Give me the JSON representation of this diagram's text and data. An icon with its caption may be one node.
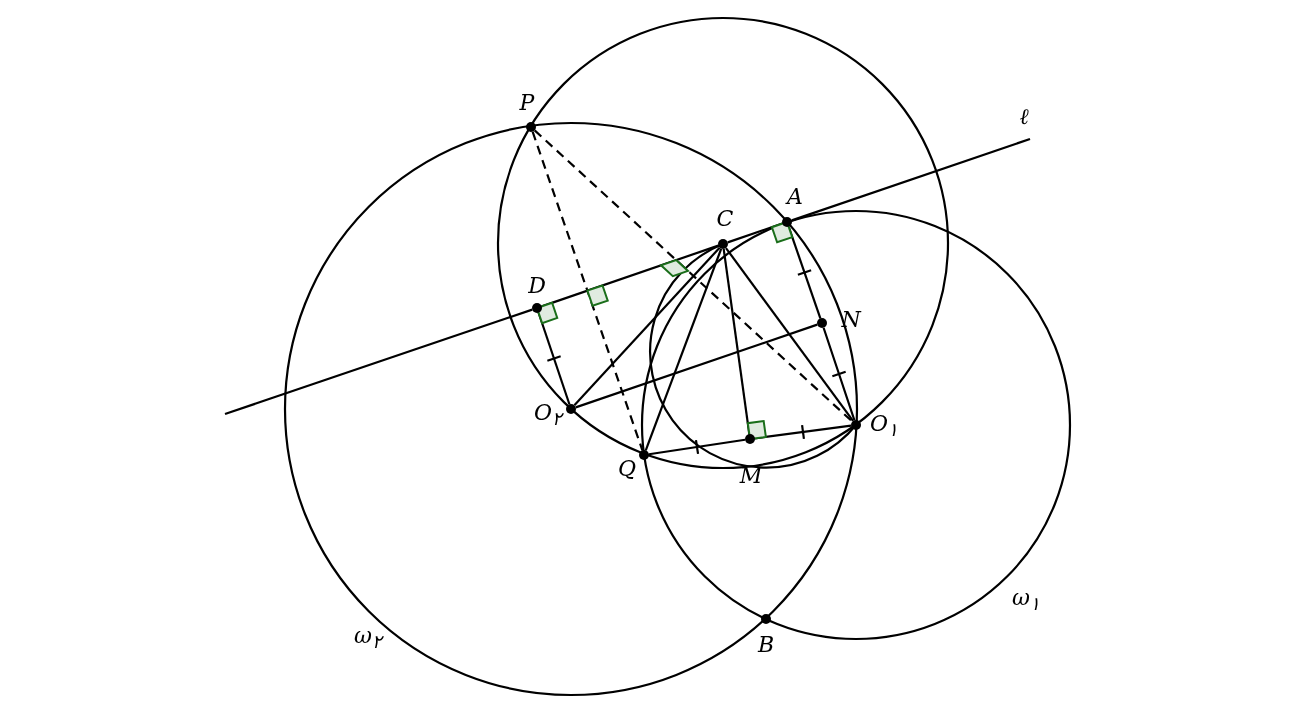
{
  "diagram": {
    "nodes": [
      {
        "text": [
          "P"
        ]
      },
      {
        "text": [
          "A"
        ]
      },
      {
        "text": [
          "C"
        ]
      },
      {
        "text": [
          "D"
        ]
      },
      {
        "text": [
          "N"
        ]
      },
      {
        "text": [
          "O$_{۲}$"
        ]
      },
      {
        "text": [
          "O$_{۱}$"
        ]
      },
      {
        "text": [
          "Q"
        ]
      },
      {
        "text": [
          "M"
        ]
      },
      {
        "text": [
          "B"
        ]
      }
    ],
    "edges": [
      {
        "from": 3,
        "to": 2,
        "arrow": "none"
      },
      {
        "from": 2,
        "to": 1,
        "arrow": "none"
      },
      {
        "from": 0,
        "to": 7,
        "arrow": "none",
        "style": "dashed"
      },
      {
        "from": 0,
        "to": 6,
        "arrow": "none",
        "style": "dashed"
      },
      {
        "from": 3,
        "to": 5,
        "arrow": "none"
      },
      {
        "from": 1,
        "to": 4,
        "arrow": "none"
      },
      {
        "from": 4,
        "to": 6,
        "arrow": "none"
      },
      {
        "from": 5,
        "to": 4,
        "arrow": "none"
      },
      {
        "from": 5,
        "to": 2,
        "arrow": "none"
      },
      {
        "from": 2,
        "to": 7,
        "arrow": "none"
      },
      {
        "from": 2,
        "to": 8,
        "arrow": "none"
      },
      {
        "from": 2,
        "to": 6,
        "arrow": "none"
      },
      {
        "from": 7,
        "to": 8,
        "arrow": "none"
      },
      {
        "from": 8,
        "to": 6,
        "arrow": "none"
      },
      {
        "from": 2,
        "to": 6,
        "arrow": "none"
      },
      {
        "from": null,
        "to": 3,
        "arrow": "none"
      },
      {
        "from": 1,
        "to": null,
        "arrow": "none"
      }
    ],
    "labels": [
      "ℓ",
      "ω$_{۱}$",
      "ω$_{۲}$"
    ]
  }
}
